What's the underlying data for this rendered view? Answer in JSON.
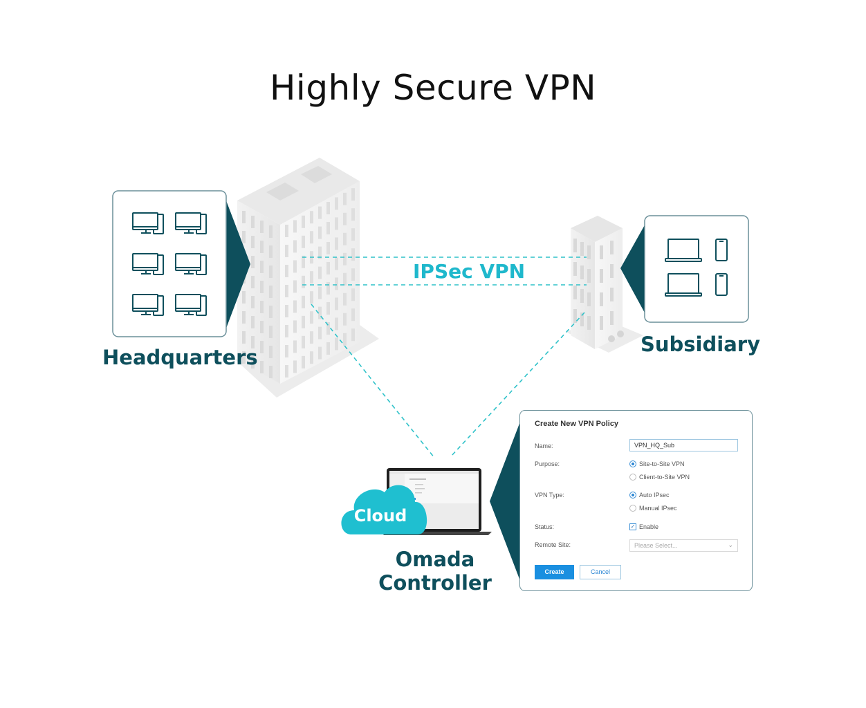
{
  "title": "Highly Secure VPN",
  "colors": {
    "teal_dark": "#0e4f5c",
    "teal_accent": "#1fb8cc",
    "cloud": "#1fbfd0",
    "button_blue": "#1a8fe0"
  },
  "nodes": {
    "headquarters": {
      "label": "Headquarters",
      "devices": [
        "desktop-icon",
        "desktop-icon",
        "desktop-icon",
        "desktop-icon",
        "desktop-icon",
        "desktop-icon"
      ]
    },
    "subsidiary": {
      "label": "Subsidiary",
      "devices": [
        "laptop-icon",
        "phone-icon",
        "laptop-icon",
        "phone-icon"
      ]
    },
    "controller": {
      "label_line1": "Omada",
      "label_line2": "Controller",
      "cloud_label": "Cloud"
    }
  },
  "link": {
    "label": "IPSec VPN"
  },
  "dialog": {
    "title": "Create New VPN Policy",
    "name_label": "Name:",
    "name_value": "VPN_HQ_Sub",
    "purpose_label": "Purpose:",
    "purpose_options": [
      "Site-to-Site VPN",
      "Client-to-Site VPN"
    ],
    "purpose_selected": "Site-to-Site VPN",
    "vpn_type_label": "VPN Type:",
    "vpn_type_options": [
      "Auto IPsec",
      "Manual IPsec"
    ],
    "vpn_type_selected": "Auto IPsec",
    "status_label": "Status:",
    "status_option": "Enable",
    "status_checked": true,
    "remote_site_label": "Remote Site:",
    "remote_site_placeholder": "Please Select...",
    "create_label": "Create",
    "cancel_label": "Cancel"
  }
}
